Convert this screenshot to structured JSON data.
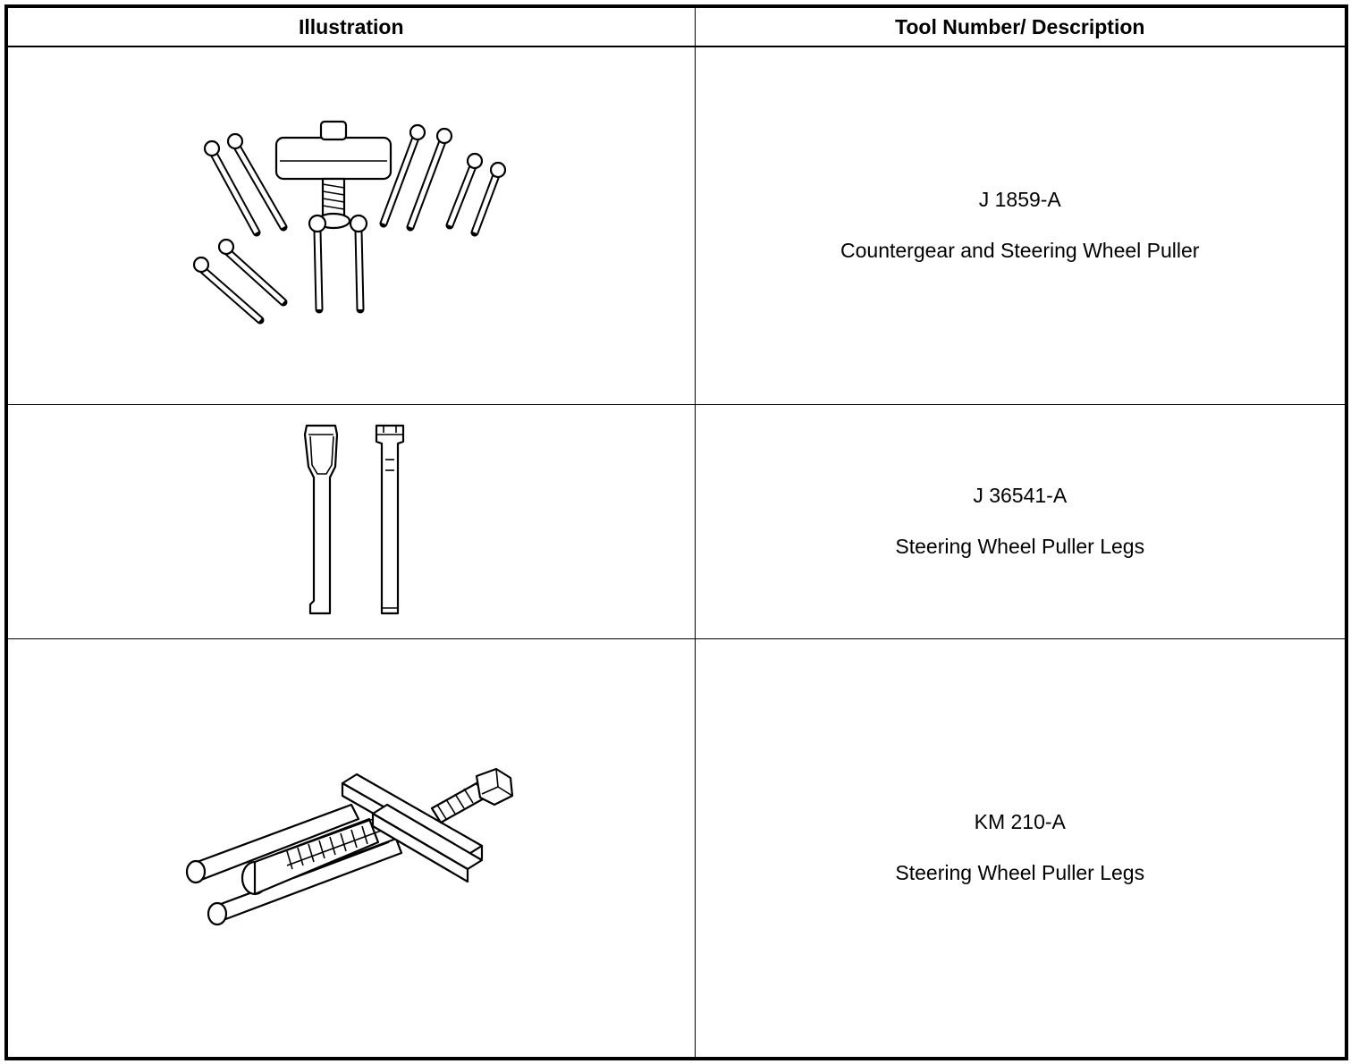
{
  "table": {
    "headers": {
      "illustration": "Illustration",
      "tool": "Tool Number/ Description"
    },
    "rows": [
      {
        "tool_number": "J 1859-A",
        "description": "Countergear and Steering Wheel Puller",
        "illustration_icon": "countergear-puller-set-icon"
      },
      {
        "tool_number": "J 36541-A",
        "description": "Steering Wheel Puller Legs",
        "illustration_icon": "puller-legs-icon"
      },
      {
        "tool_number": "KM 210-A",
        "description": "Steering Wheel Puller Legs",
        "illustration_icon": "two-jaw-puller-icon"
      }
    ]
  }
}
